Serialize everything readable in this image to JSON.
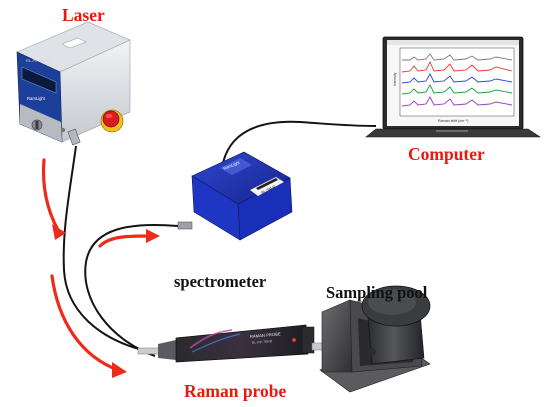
{
  "labels": {
    "laser": "Laser",
    "computer": "Computer",
    "spectrometer": "spectrometer",
    "sampling_pool": "Sampling pool",
    "raman_probe": "Raman probe"
  },
  "device_text": {
    "laser_model": "RL-PL Series",
    "laser_brand": "RamLight",
    "spectrometer_brand": "RamLight",
    "spectrometer_sticker": "RL-SM-R",
    "probe_title": "RAMAN PROBE",
    "probe_model": "RL-RP-785/R"
  },
  "monitor_plot": {
    "xlabel": "Raman shift (cm⁻¹)",
    "ylabel": "Intensity"
  },
  "colors": {
    "label_red": "#e8190d",
    "arrow_red": "#ee2a1a",
    "laser_blue": "#1c3f9a",
    "spectrometer_blue": "#1a2fb8",
    "emergency_red": "#d91d1d",
    "cable": "#141414"
  }
}
